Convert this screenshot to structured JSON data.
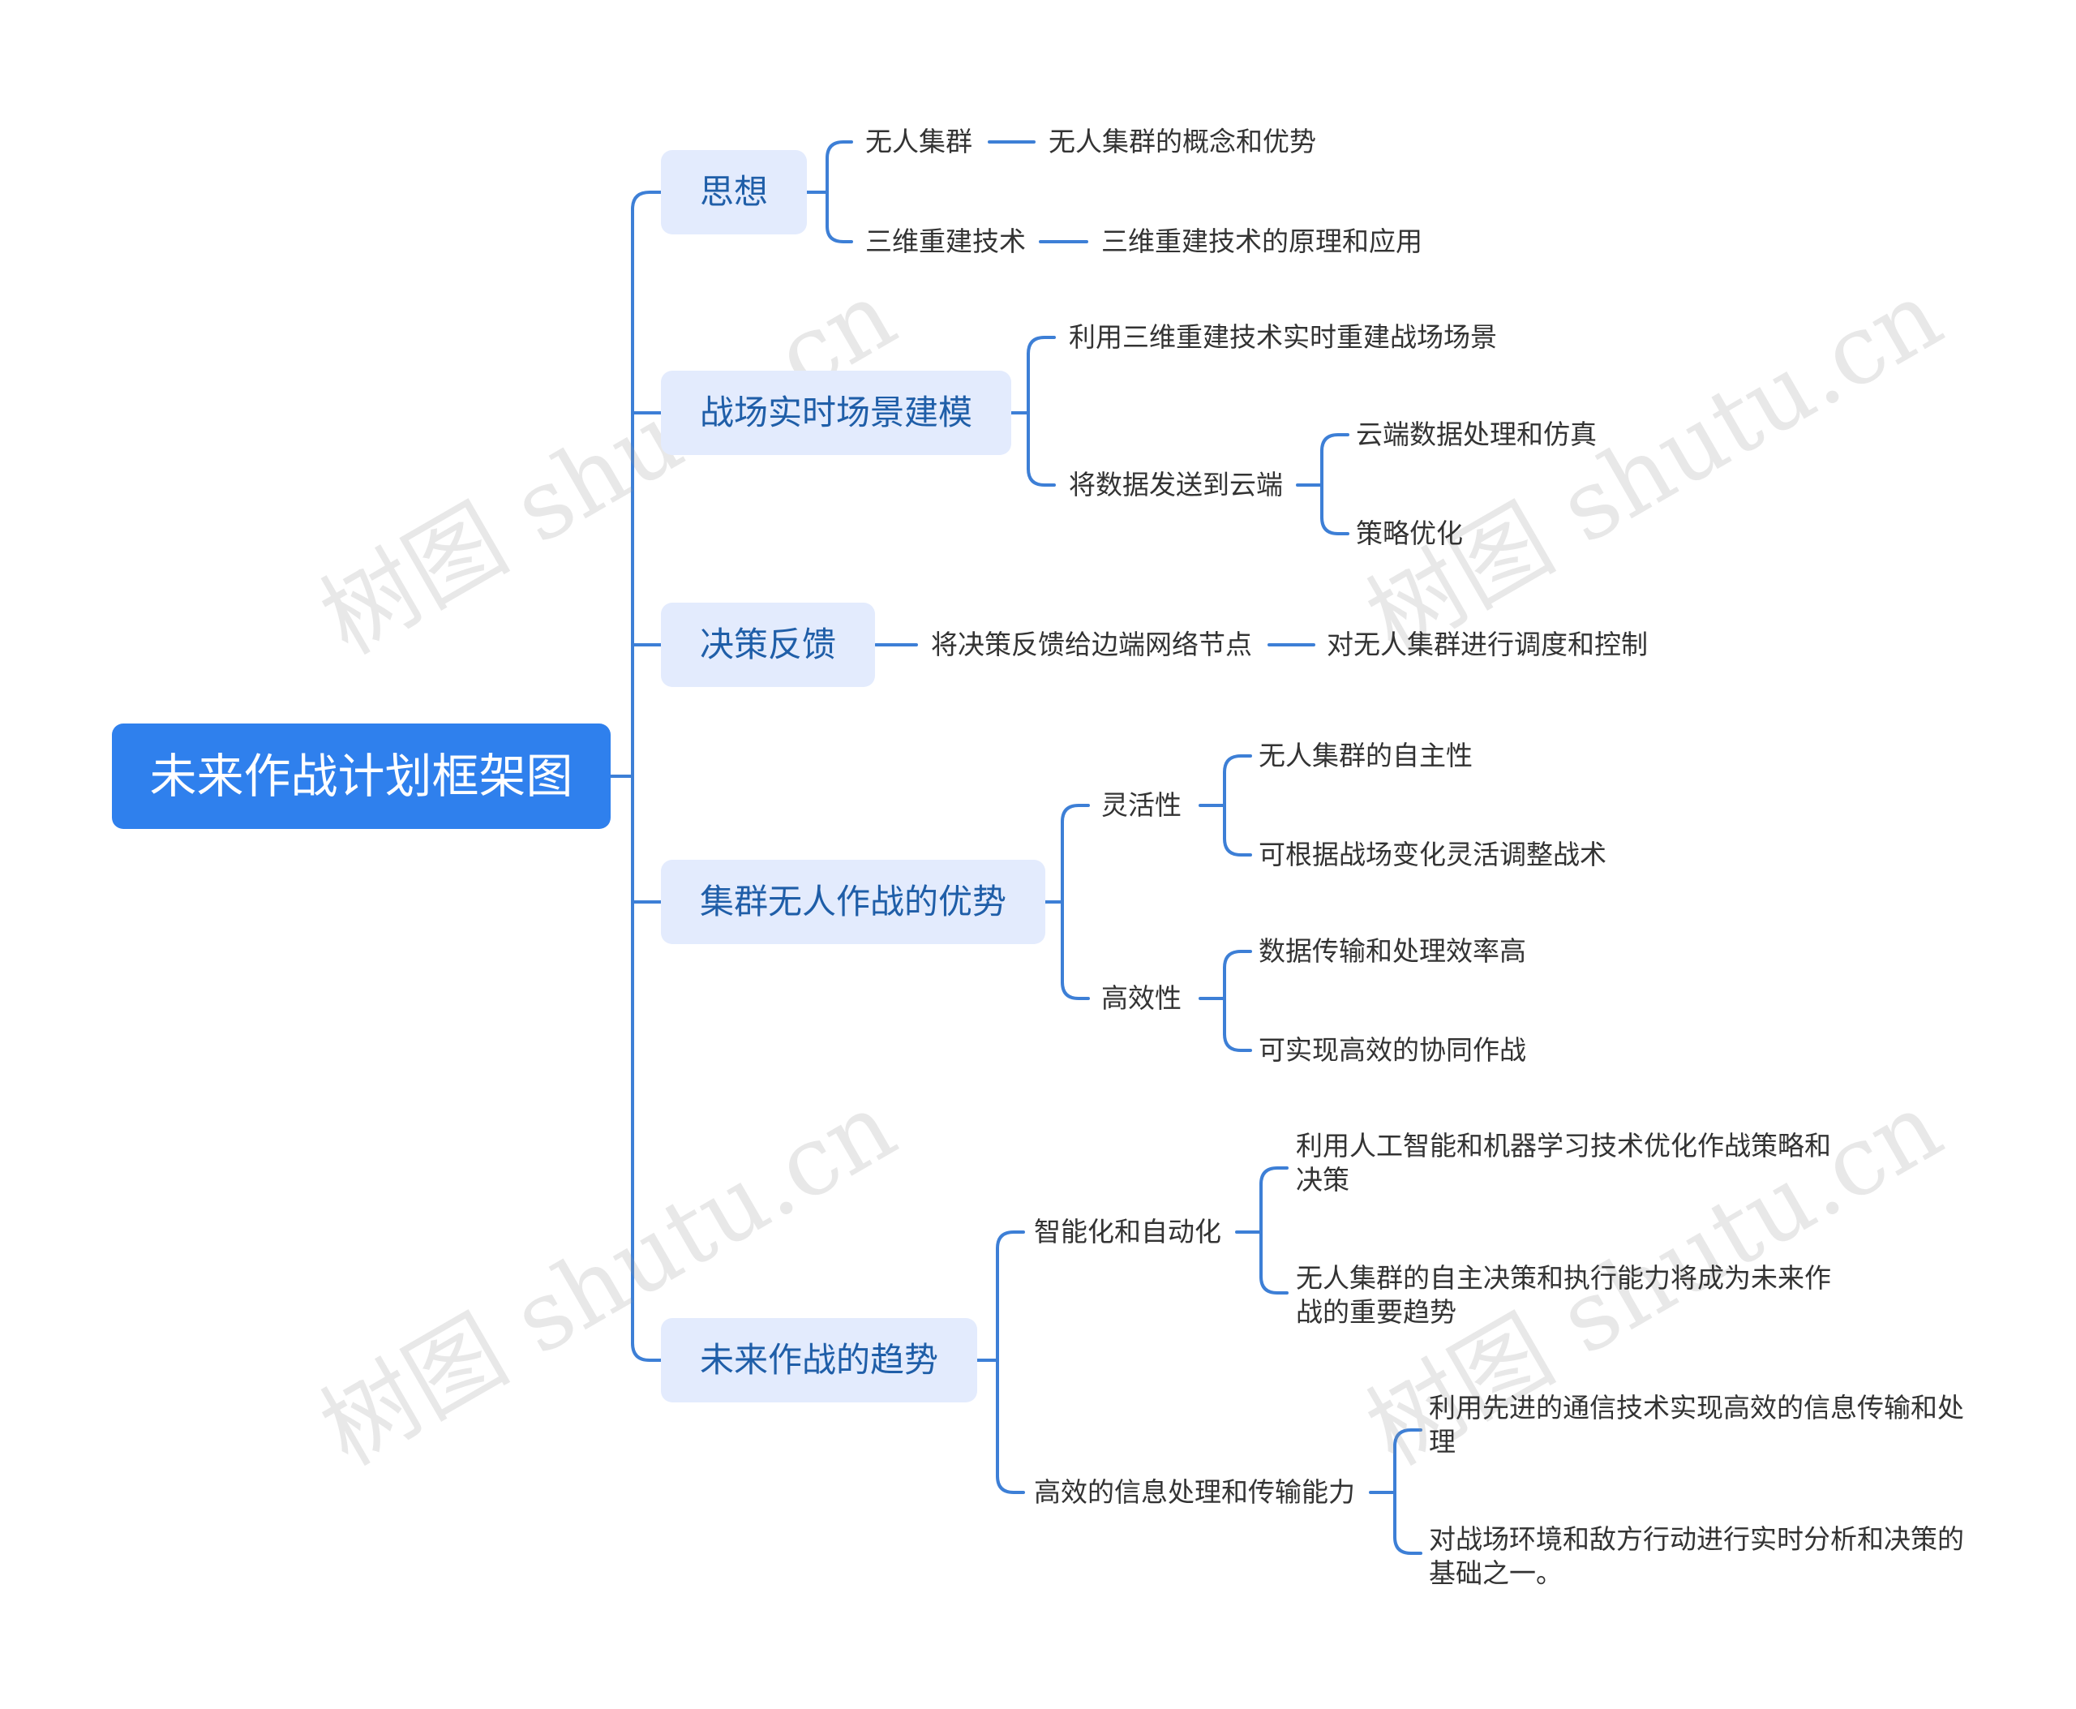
{
  "root": "未来作战计划框架图",
  "branches": [
    {
      "label": "思想",
      "children": [
        {
          "label": "无人集群",
          "child": "无人集群的概念和优势"
        },
        {
          "label": "三维重建技术",
          "child": "三维重建技术的原理和应用"
        }
      ]
    },
    {
      "label": "战场实时场景建模",
      "children": [
        {
          "label": "利用三维重建技术实时重建战场场景"
        },
        {
          "label": "将数据发送到云端",
          "children": [
            "云端数据处理和仿真",
            "策略优化"
          ]
        }
      ]
    },
    {
      "label": "决策反馈",
      "children": [
        {
          "label": "将决策反馈给边端网络节点",
          "child": "对无人集群进行调度和控制"
        }
      ]
    },
    {
      "label": "集群无人作战的优势",
      "children": [
        {
          "label": "灵活性",
          "children": [
            "无人集群的自主性",
            "可根据战场变化灵活调整战术"
          ]
        },
        {
          "label": "高效性",
          "children": [
            "数据传输和处理效率高",
            "可实现高效的协同作战"
          ]
        }
      ]
    },
    {
      "label": "未来作战的趋势",
      "children": [
        {
          "label": "智能化和自动化",
          "children": [
            "利用人工智能和机器学习技术优化作战策略和决策",
            "无人集群的自主决策和执行能力将成为未来作战的重要趋势"
          ]
        },
        {
          "label": "高效的信息处理和传输能力",
          "children": [
            "利用先进的通信技术实现高效的信息传输和处理",
            "对战场环境和敌方行动进行实时分析和决策的基础之一。"
          ]
        }
      ]
    }
  ],
  "watermark": "树图 shutu.cn",
  "colors": {
    "root": "#2f80ed",
    "branch_bg": "#e3ebfd",
    "branch_text": "#1f5ea8",
    "line": "#3d7fd6",
    "text": "#333333"
  }
}
